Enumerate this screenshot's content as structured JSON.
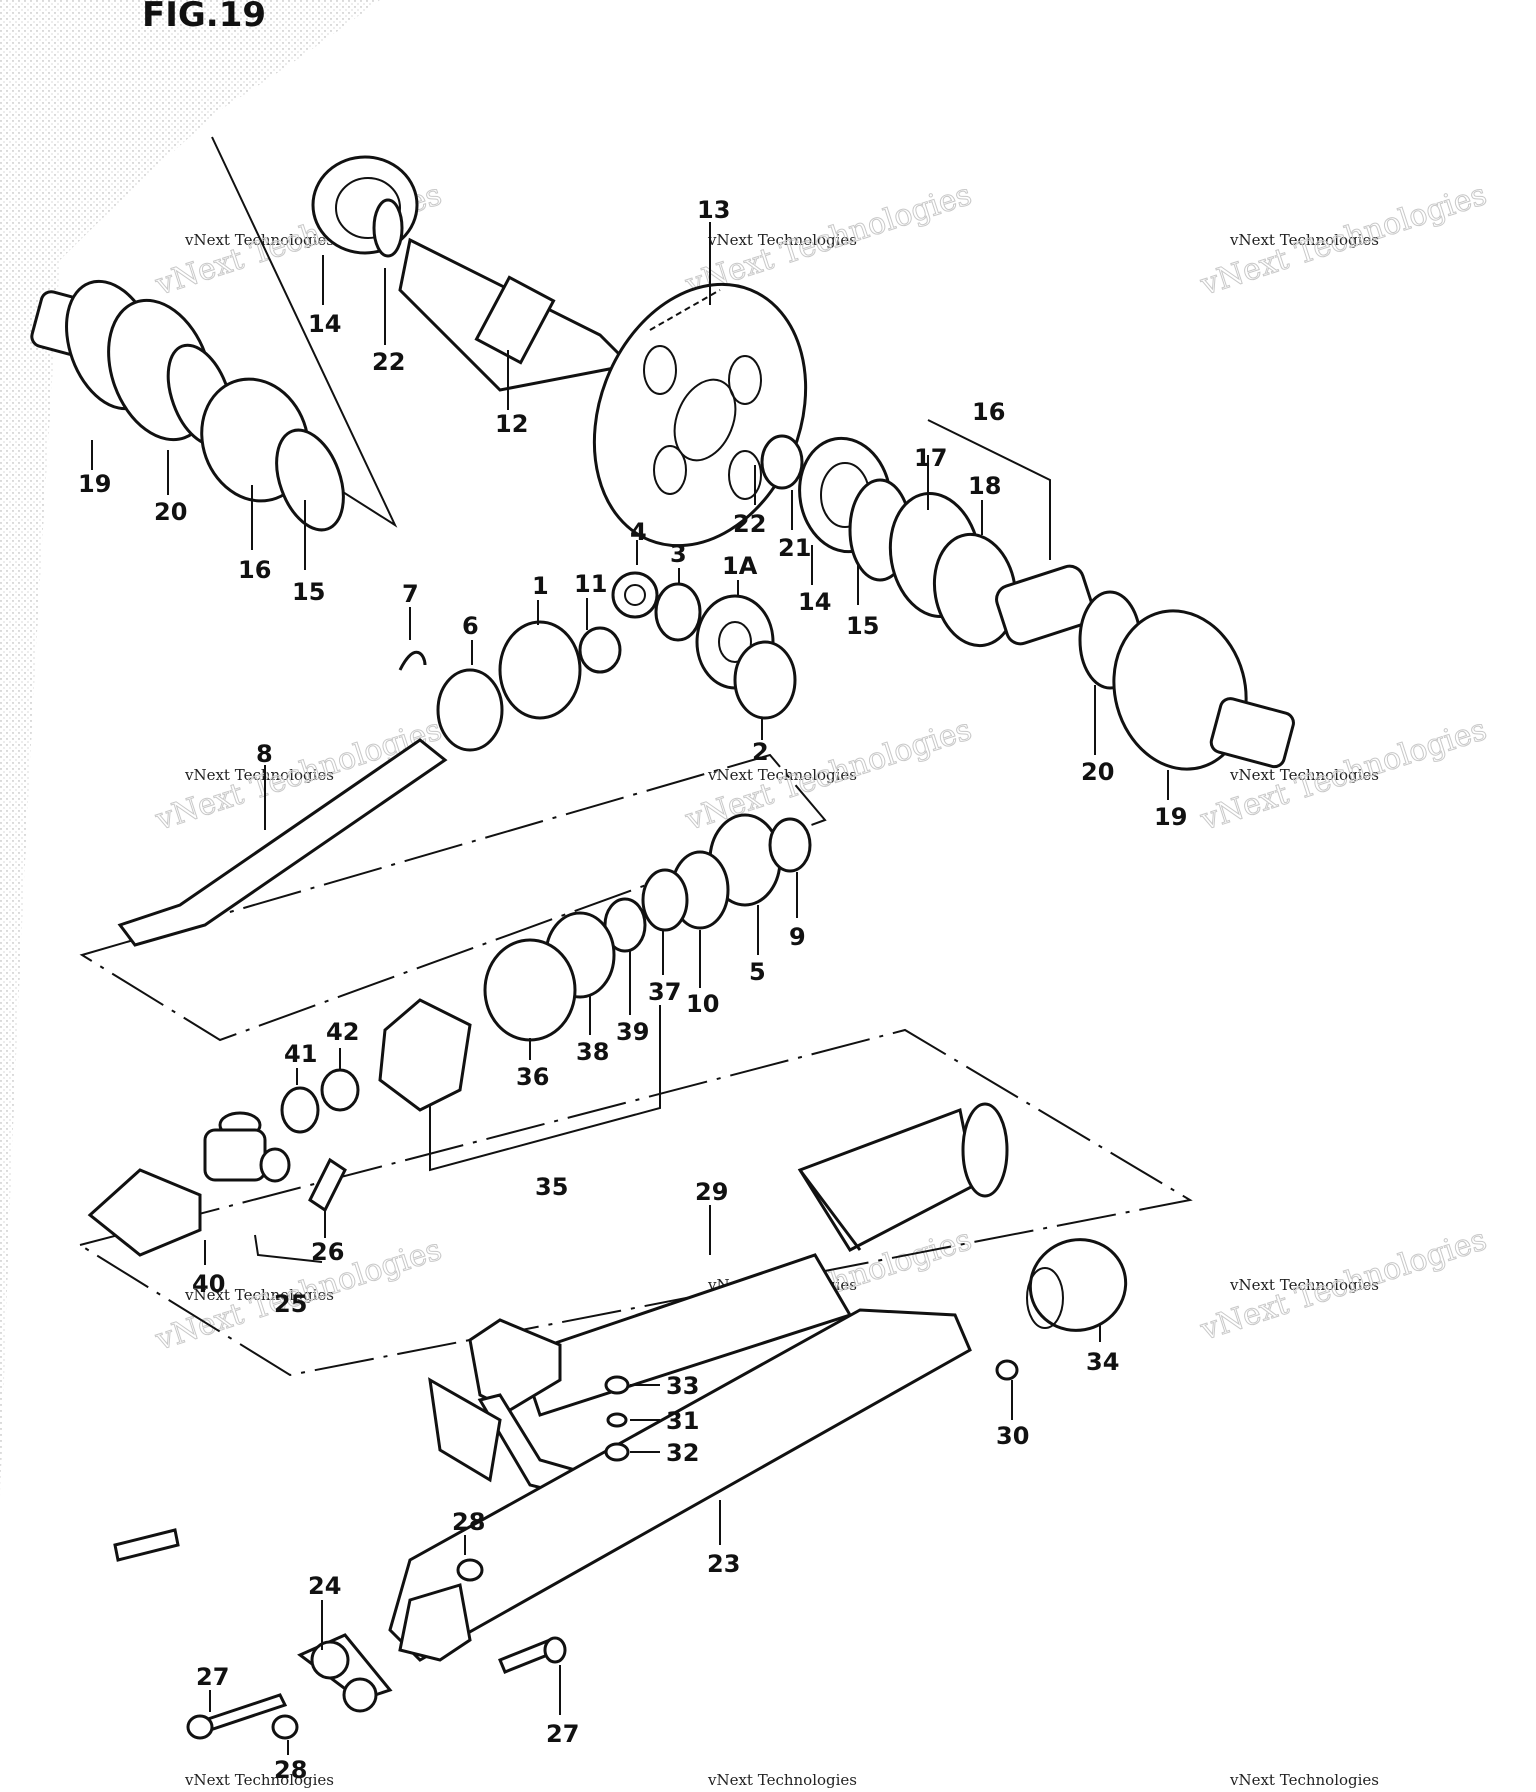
{
  "figure": {
    "title": "FIG.19"
  },
  "watermark": {
    "company_line": "vNext Technologies",
    "big_text": "vNext Technologies"
  },
  "callouts": [
    {
      "id": "c1",
      "text": "13"
    },
    {
      "id": "c2",
      "text": "14"
    },
    {
      "id": "c3",
      "text": "22"
    },
    {
      "id": "c4",
      "text": "12"
    },
    {
      "id": "c5",
      "text": "19"
    },
    {
      "id": "c6",
      "text": "20"
    },
    {
      "id": "c7",
      "text": "16"
    },
    {
      "id": "c8",
      "text": "15"
    },
    {
      "id": "c9",
      "text": "16"
    },
    {
      "id": "c10",
      "text": "17"
    },
    {
      "id": "c11",
      "text": "18"
    },
    {
      "id": "c12",
      "text": "22"
    },
    {
      "id": "c13",
      "text": "21"
    },
    {
      "id": "c14",
      "text": "14"
    },
    {
      "id": "c15",
      "text": "15"
    },
    {
      "id": "c16",
      "text": "4"
    },
    {
      "id": "c17",
      "text": "3"
    },
    {
      "id": "c18",
      "text": "1A"
    },
    {
      "id": "c19",
      "text": "7"
    },
    {
      "id": "c20",
      "text": "6"
    },
    {
      "id": "c21",
      "text": "1"
    },
    {
      "id": "c22",
      "text": "11"
    },
    {
      "id": "c23",
      "text": "2"
    },
    {
      "id": "c24",
      "text": "20"
    },
    {
      "id": "c25",
      "text": "19"
    },
    {
      "id": "c26",
      "text": "8"
    },
    {
      "id": "c27",
      "text": "9"
    },
    {
      "id": "c28",
      "text": "5"
    },
    {
      "id": "c29",
      "text": "10"
    },
    {
      "id": "c30",
      "text": "37"
    },
    {
      "id": "c31",
      "text": "39"
    },
    {
      "id": "c32",
      "text": "38"
    },
    {
      "id": "c33",
      "text": "36"
    },
    {
      "id": "c34",
      "text": "35"
    },
    {
      "id": "c35",
      "text": "42"
    },
    {
      "id": "c36",
      "text": "41"
    },
    {
      "id": "c37",
      "text": "26"
    },
    {
      "id": "c38",
      "text": "40"
    },
    {
      "id": "c39",
      "text": "25"
    },
    {
      "id": "c40",
      "text": "29"
    },
    {
      "id": "c41",
      "text": "34"
    },
    {
      "id": "c42",
      "text": "33"
    },
    {
      "id": "c43",
      "text": "31"
    },
    {
      "id": "c44",
      "text": "32"
    },
    {
      "id": "c45",
      "text": "30"
    },
    {
      "id": "c46",
      "text": "28"
    },
    {
      "id": "c47",
      "text": "24"
    },
    {
      "id": "c48",
      "text": "23"
    },
    {
      "id": "c49",
      "text": "27"
    },
    {
      "id": "c50",
      "text": "27"
    },
    {
      "id": "c51",
      "text": "28"
    }
  ]
}
